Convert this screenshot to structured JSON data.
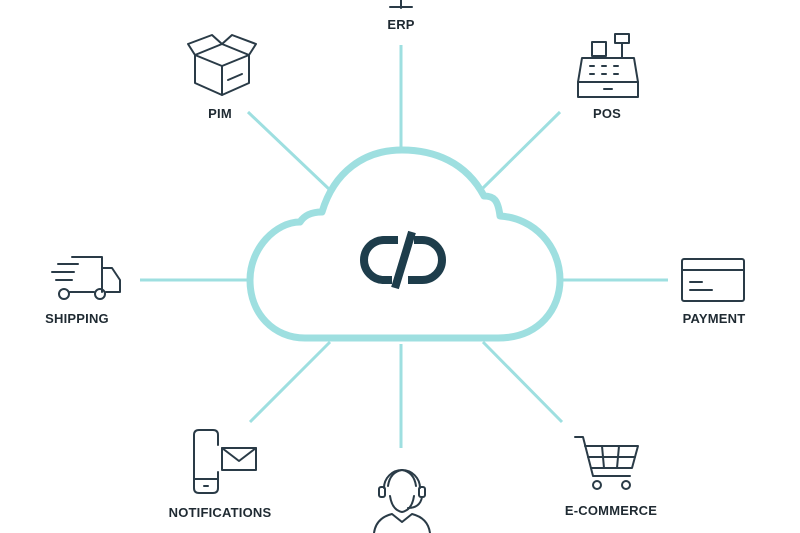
{
  "colors": {
    "connector": "#9edfe0",
    "cloud": "#9edfe0",
    "icon": "#2a3b47",
    "logo": "#1e3d4b",
    "label": "#1f2a32"
  },
  "center": {
    "logo_icon": "infinity-link-icon"
  },
  "nodes": [
    {
      "id": "erp",
      "label": "ERP",
      "icon": "server-icon"
    },
    {
      "id": "pos",
      "label": "POS",
      "icon": "cash-register-icon"
    },
    {
      "id": "payment",
      "label": "PAYMENT",
      "icon": "credit-card-icon"
    },
    {
      "id": "ecommerce",
      "label": "E-COMMERCE",
      "icon": "shopping-cart-icon"
    },
    {
      "id": "support",
      "label": "",
      "icon": "headset-agent-icon"
    },
    {
      "id": "notifications",
      "label": "NOTIFICATIONS",
      "icon": "phone-mail-icon"
    },
    {
      "id": "shipping",
      "label": "SHIPPING",
      "icon": "delivery-truck-icon"
    },
    {
      "id": "pim",
      "label": "PIM",
      "icon": "package-box-icon"
    }
  ]
}
